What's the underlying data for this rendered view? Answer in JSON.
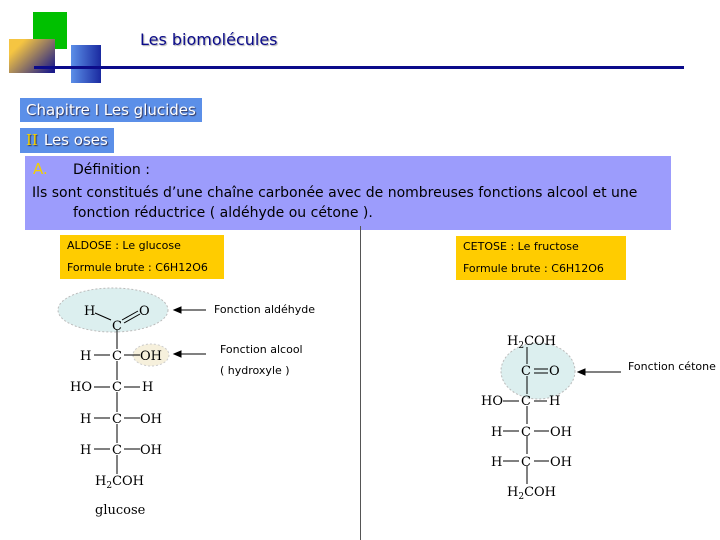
{
  "header": {
    "title": "Les biomolécules"
  },
  "chapter": {
    "label": "Chapitre I Les glucides"
  },
  "section": {
    "number": "II",
    "label": "Les oses"
  },
  "definition": {
    "letter": "A.",
    "heading": "Définition :",
    "line1": "Ils sont constitués d’une chaîne carbonée avec de nombreuses fonctions alcool et une",
    "line2": "fonction réductrice ( aldéhyde ou cétone )."
  },
  "aldose": {
    "line1": "ALDOSE : Le glucose",
    "line2": "Formule brute : C6H12O6",
    "name": "glucose",
    "label_aldehyde": "Fonction aldéhyde",
    "label_alcool": "Fonction alcool",
    "label_hydroxyle": "( hydroxyle )"
  },
  "cetose": {
    "line1": "CETOSE : Le fructose",
    "line2": "Formule brute : C6H12O6",
    "label_cetone": "Fonction cétone"
  },
  "colors": {
    "accent": "#0b0b8a",
    "box": "#5b8fe8",
    "defbox": "#9c9cfc",
    "yellow": "#ffcc00"
  }
}
